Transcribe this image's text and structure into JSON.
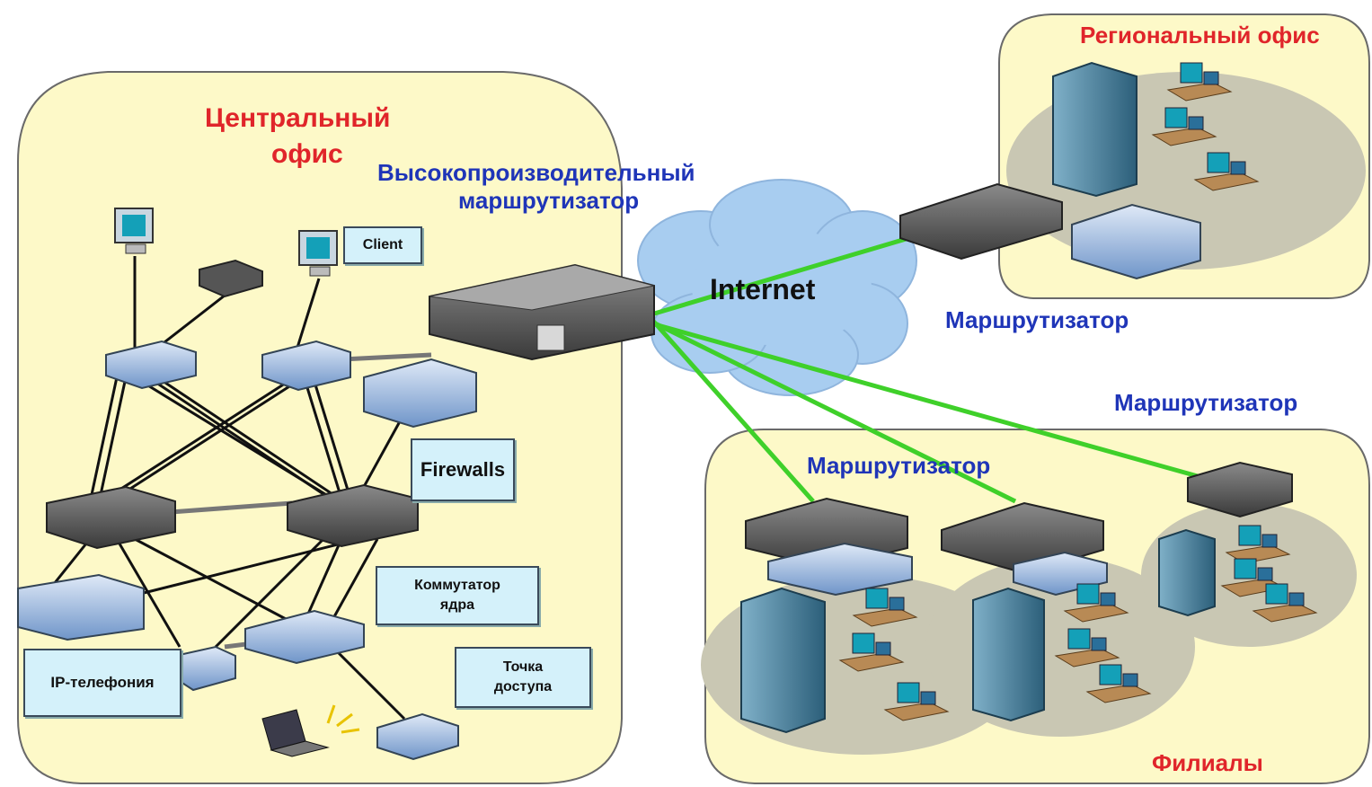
{
  "zones": {
    "central": "Центральный офис",
    "central_line1": "Центральный",
    "central_line2": "офис",
    "regional": "Региональный офис",
    "branches": "Филиалы"
  },
  "labels": {
    "hp_router_line1": "Высокопроизводительный",
    "hp_router_line2": "маршрутизатор",
    "internet": "Internet",
    "router_regional": "Маршрутизатор",
    "router_right": "Маршрутизатор",
    "router_branch": "Маршрутизатор"
  },
  "callouts": {
    "client": "Client",
    "firewalls": "Firewalls",
    "core_switch_line1": "Коммутатор",
    "core_switch_line2": "ядра",
    "ip_phone": "IP-телефония",
    "access_point_line1": "Точка",
    "access_point_line2": "доступа"
  },
  "colors": {
    "zone_fill": "#fdf9c8",
    "link_green": "#3fd02a",
    "cloud": "#a8cdf0",
    "label_red": "#e0252a",
    "label_blue": "#1f35b8"
  }
}
